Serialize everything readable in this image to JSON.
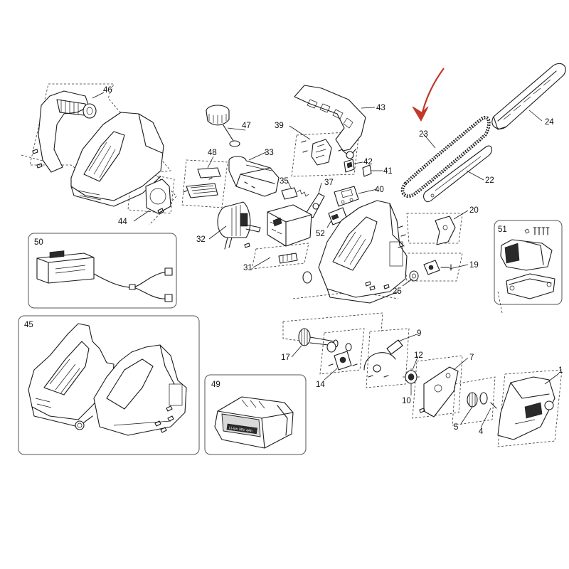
{
  "diagram": {
    "colors": {
      "line": "#1a1a1a",
      "highlight_arrow": "#c0392b",
      "box_border": "#555555",
      "background": "#ffffff"
    },
    "labels": {
      "p1": "1",
      "p4": "4",
      "p5": "5",
      "p7": "7",
      "p9": "9",
      "p10": "10",
      "p12": "12",
      "p14": "14",
      "p17": "17",
      "p19": "19",
      "p20": "20",
      "p22": "22",
      "p23": "23",
      "p24": "24",
      "p25": "25",
      "p31": "31",
      "p32": "32",
      "p33": "33",
      "p35": "35",
      "p37": "37",
      "p39": "39",
      "p40": "40",
      "p41": "41",
      "p42": "42",
      "p43": "43",
      "p44": "44",
      "p45": "45",
      "p46": "46",
      "p47": "47",
      "p48": "48",
      "p49": "49",
      "p50": "50",
      "p51": "51",
      "p52": "52"
    },
    "battery_label": "Li-ion 36V 4Ah",
    "highlighted_part": "23"
  }
}
